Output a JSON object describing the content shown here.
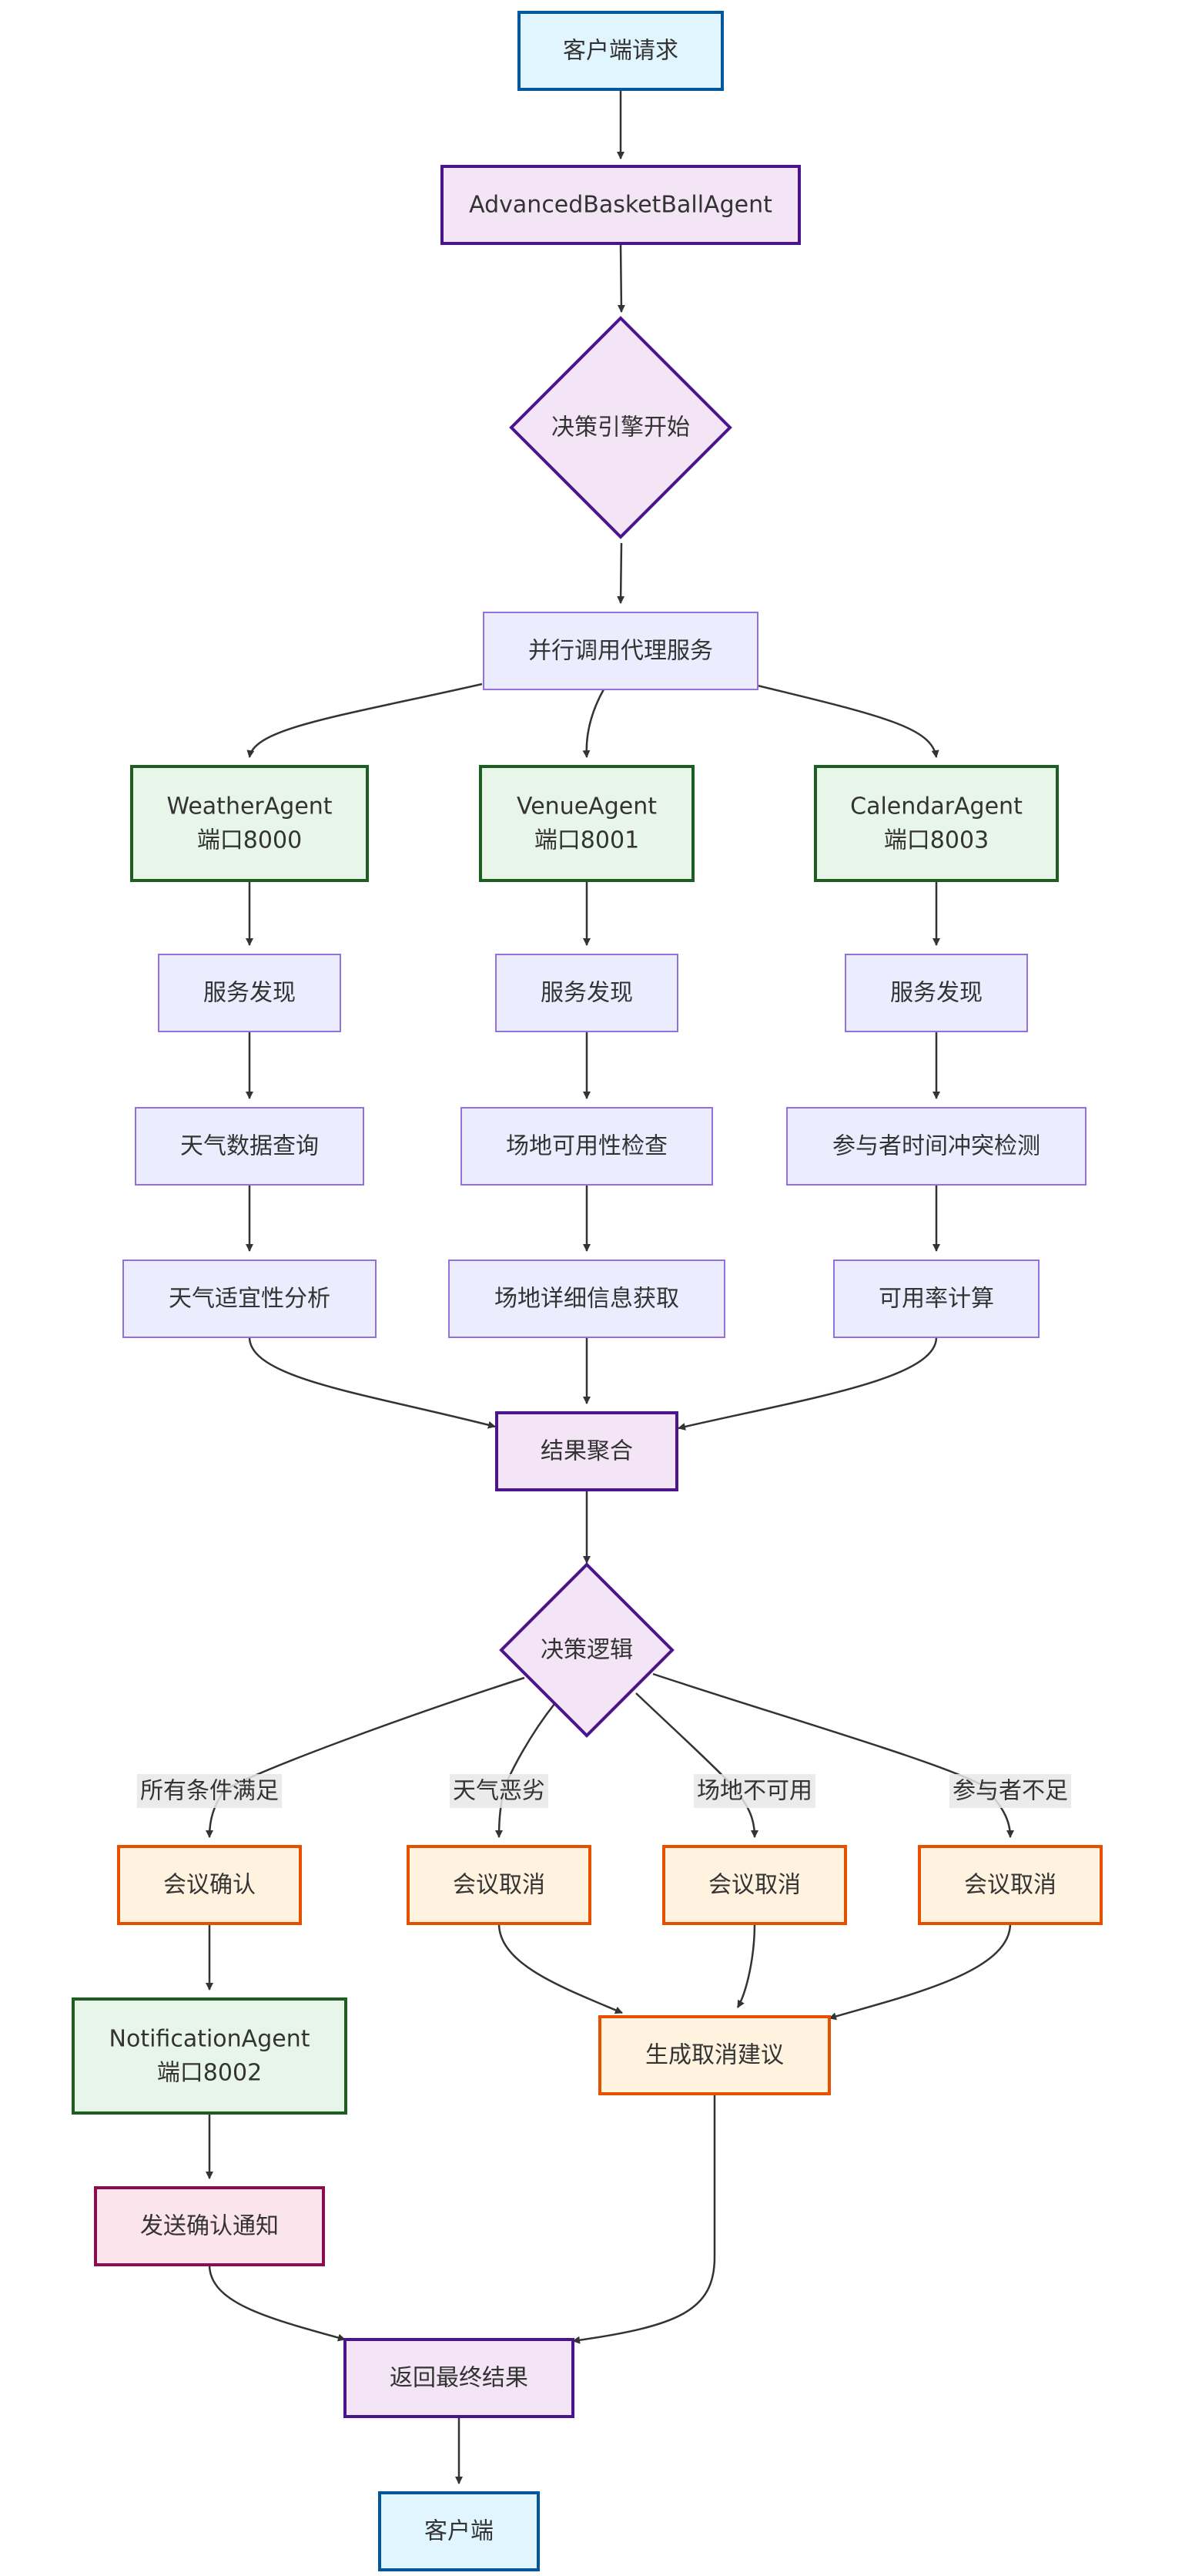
{
  "nodes": [
    {
      "id": "client_request",
      "shape": "rect",
      "style": "io",
      "lines": [
        "客户端请求"
      ]
    },
    {
      "id": "advanced_agent",
      "shape": "rect",
      "style": "core",
      "lines": [
        "AdvancedBasketBallAgent"
      ]
    },
    {
      "id": "decision_start",
      "shape": "diamond",
      "style": "core",
      "lines": [
        "决策引擎开始"
      ]
    },
    {
      "id": "parallel_call",
      "shape": "rect",
      "style": "step",
      "lines": [
        "并行调用代理服务"
      ]
    },
    {
      "id": "weather_agent",
      "shape": "rect",
      "style": "agent",
      "lines": [
        "WeatherAgent",
        "端口8000"
      ]
    },
    {
      "id": "venue_agent",
      "shape": "rect",
      "style": "agent",
      "lines": [
        "VenueAgent",
        "端口8001"
      ]
    },
    {
      "id": "calendar_agent",
      "shape": "rect",
      "style": "agent",
      "lines": [
        "CalendarAgent",
        "端口8003"
      ]
    },
    {
      "id": "weather_discovery",
      "shape": "rect",
      "style": "step",
      "lines": [
        "服务发现"
      ]
    },
    {
      "id": "venue_discovery",
      "shape": "rect",
      "style": "step",
      "lines": [
        "服务发现"
      ]
    },
    {
      "id": "calendar_discovery",
      "shape": "rect",
      "style": "step",
      "lines": [
        "服务发现"
      ]
    },
    {
      "id": "weather_query",
      "shape": "rect",
      "style": "step",
      "lines": [
        "天气数据查询"
      ]
    },
    {
      "id": "venue_check",
      "shape": "rect",
      "style": "step",
      "lines": [
        "场地可用性检查"
      ]
    },
    {
      "id": "calendar_conflict",
      "shape": "rect",
      "style": "step",
      "lines": [
        "参与者时间冲突检测"
      ]
    },
    {
      "id": "weather_analysis",
      "shape": "rect",
      "style": "step",
      "lines": [
        "天气适宜性分析"
      ]
    },
    {
      "id": "venue_details",
      "shape": "rect",
      "style": "step",
      "lines": [
        "场地详细信息获取"
      ]
    },
    {
      "id": "availability_calc",
      "shape": "rect",
      "style": "step",
      "lines": [
        "可用率计算"
      ]
    },
    {
      "id": "aggregate",
      "shape": "rect",
      "style": "core",
      "lines": [
        "结果聚合"
      ]
    },
    {
      "id": "decision_logic",
      "shape": "diamond",
      "style": "core",
      "lines": [
        "决策逻辑"
      ]
    },
    {
      "id": "meeting_confirm",
      "shape": "rect",
      "style": "outcome",
      "lines": [
        "会议确认"
      ]
    },
    {
      "id": "cancel_weather",
      "shape": "rect",
      "style": "outcome",
      "lines": [
        "会议取消"
      ]
    },
    {
      "id": "cancel_venue",
      "shape": "rect",
      "style": "outcome",
      "lines": [
        "会议取消"
      ]
    },
    {
      "id": "cancel_participants",
      "shape": "rect",
      "style": "outcome",
      "lines": [
        "会议取消"
      ]
    },
    {
      "id": "notification_agent",
      "shape": "rect",
      "style": "agent",
      "lines": [
        "NotificationAgent",
        "端口8002"
      ]
    },
    {
      "id": "cancel_suggestion",
      "shape": "rect",
      "style": "outcome",
      "lines": [
        "生成取消建议"
      ]
    },
    {
      "id": "send_notification",
      "shape": "rect",
      "style": "notify",
      "lines": [
        "发送确认通知"
      ]
    },
    {
      "id": "final_result",
      "shape": "rect",
      "style": "core",
      "lines": [
        "返回最终结果"
      ]
    },
    {
      "id": "client",
      "shape": "rect",
      "style": "io",
      "lines": [
        "客户端"
      ]
    }
  ],
  "edges": [
    {
      "from": "client_request",
      "to": "advanced_agent"
    },
    {
      "from": "advanced_agent",
      "to": "decision_start"
    },
    {
      "from": "decision_start",
      "to": "parallel_call"
    },
    {
      "from": "parallel_call",
      "to": "weather_agent"
    },
    {
      "from": "parallel_call",
      "to": "venue_agent"
    },
    {
      "from": "parallel_call",
      "to": "calendar_agent"
    },
    {
      "from": "weather_agent",
      "to": "weather_discovery"
    },
    {
      "from": "venue_agent",
      "to": "venue_discovery"
    },
    {
      "from": "calendar_agent",
      "to": "calendar_discovery"
    },
    {
      "from": "weather_discovery",
      "to": "weather_query"
    },
    {
      "from": "venue_discovery",
      "to": "venue_check"
    },
    {
      "from": "calendar_discovery",
      "to": "calendar_conflict"
    },
    {
      "from": "weather_query",
      "to": "weather_analysis"
    },
    {
      "from": "venue_check",
      "to": "venue_details"
    },
    {
      "from": "calendar_conflict",
      "to": "availability_calc"
    },
    {
      "from": "weather_analysis",
      "to": "aggregate"
    },
    {
      "from": "venue_details",
      "to": "aggregate"
    },
    {
      "from": "availability_calc",
      "to": "aggregate"
    },
    {
      "from": "aggregate",
      "to": "decision_logic"
    },
    {
      "from": "decision_logic",
      "to": "meeting_confirm",
      "label": "所有条件满足"
    },
    {
      "from": "decision_logic",
      "to": "cancel_weather",
      "label": "天气恶劣"
    },
    {
      "from": "decision_logic",
      "to": "cancel_venue",
      "label": "场地不可用"
    },
    {
      "from": "decision_logic",
      "to": "cancel_participants",
      "label": "参与者不足"
    },
    {
      "from": "meeting_confirm",
      "to": "notification_agent"
    },
    {
      "from": "cancel_weather",
      "to": "cancel_suggestion"
    },
    {
      "from": "cancel_venue",
      "to": "cancel_suggestion"
    },
    {
      "from": "cancel_participants",
      "to": "cancel_suggestion"
    },
    {
      "from": "notification_agent",
      "to": "send_notification"
    },
    {
      "from": "send_notification",
      "to": "final_result"
    },
    {
      "from": "cancel_suggestion",
      "to": "final_result"
    },
    {
      "from": "final_result",
      "to": "client"
    }
  ],
  "styles": {
    "io": {
      "fill": "#e1f5fe",
      "stroke": "#01579b"
    },
    "core": {
      "fill": "#f3e5f5",
      "stroke": "#4a148c"
    },
    "agent": {
      "fill": "#e8f5e9",
      "stroke": "#1b5e20"
    },
    "step": {
      "fill": "#ececff",
      "stroke": "#9370db"
    },
    "outcome": {
      "fill": "#fff3e0",
      "stroke": "#e65100"
    },
    "notify": {
      "fill": "#fce4ec",
      "stroke": "#880e4f"
    }
  },
  "colors": {
    "edge": "#333333",
    "text": "#333333",
    "label_bg": "#e8e8e8"
  }
}
